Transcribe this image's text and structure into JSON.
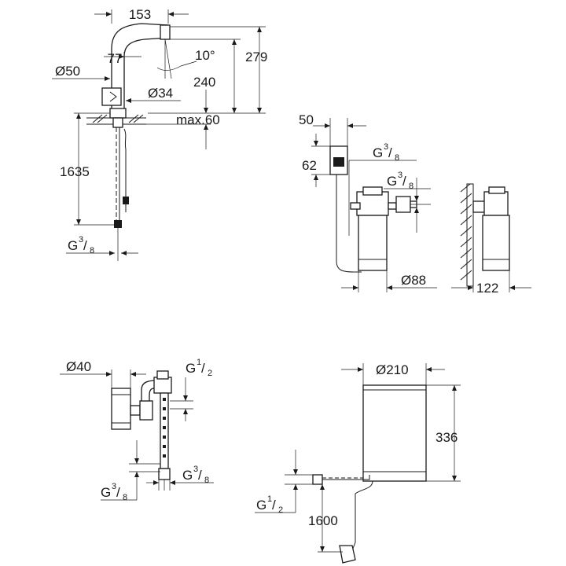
{
  "faucet": {
    "width": "153",
    "spout_offset": "77",
    "angle": "10°",
    "base_diameter": "Ø50",
    "height_total": "279",
    "height_spout": "240",
    "hole_diameter": "Ø34",
    "counter_max": "max.60",
    "hose_length": "1635",
    "connection": {
      "letter": "G",
      "num": "3",
      "den": "8"
    }
  },
  "filter": {
    "head_width": "50",
    "head_height": "62",
    "thread_top": {
      "letter": "G",
      "num": "3",
      "den": "8"
    },
    "thread_side": {
      "letter": "G",
      "num": "3",
      "den": "8"
    },
    "diameter": "Ø88",
    "wall_depth": "122"
  },
  "valve": {
    "diameter": "Ø40",
    "thread_top": {
      "letter": "G",
      "num": "1",
      "den": "2"
    },
    "thread_bottom_right": {
      "letter": "G",
      "num": "3",
      "den": "8"
    },
    "thread_bottom_left": {
      "letter": "G",
      "num": "3",
      "den": "8"
    }
  },
  "boiler": {
    "diameter": "Ø210",
    "height": "336",
    "connection": {
      "letter": "G",
      "num": "1",
      "den": "2"
    },
    "cable_length": "1600"
  }
}
